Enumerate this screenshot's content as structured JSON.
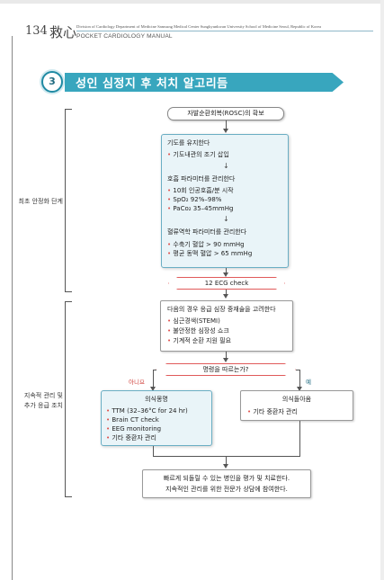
{
  "header": {
    "page_number": "134",
    "kanji": "救心",
    "affiliation": "Division of Cardiology Department of Medicine Samsung Medical Center Sungkyunkwan University School of Medicine Seoul, Republic of Korea",
    "manual_title": "POCKET CARDIOLOGY MANUAL"
  },
  "section": {
    "number": "3",
    "title": "성인 심정지 후 처치 알고리듬"
  },
  "phases": {
    "initial": "최초 안정화 단계",
    "ongoing_line1": "지속적 관리 및",
    "ongoing_line2": "추가 응급 조치"
  },
  "flow": {
    "rosc": "자발순환회복(ROSC)의 확보",
    "airway_title": "기도를 유지한다",
    "airway_items": [
      "기도내관의 조기 삽입"
    ],
    "breathing_title": "호흡 파라미터를 관리한다",
    "breathing_items": [
      "10회 인공호흡/분 시작",
      "SpO₂ 92%–98%",
      "PaCo₂ 35–45mmHg"
    ],
    "hemo_title": "혈류역학 파라미터를 관리한다",
    "hemo_items": [
      "수축기 혈압 > 90 mmHg",
      "평균 동맥 혈압 > 65 mmHg"
    ],
    "ecg": "12 ECG check",
    "consider_title": "다음의 경우 응급 심장 중재술을 고려한다",
    "consider_items": [
      "심근경색(STEMI)",
      "불안정한 심장성 쇼크",
      "기계적 순환 지원 필요"
    ],
    "decision": "명령을 따르는가?",
    "no_label": "아니요",
    "yes_label": "예",
    "comatose_title": "의식몽명",
    "comatose_items": [
      "TTM (32–36°C for 24 hr)",
      "Brain CT check",
      "EEG monitoring",
      "기타 중환자 관리"
    ],
    "awake_title": "의식돌아옴",
    "awake_items": [
      "기타 중환자 관리"
    ],
    "final_line1": "빠르게 되돌릴 수 있는 병인을 평가 및 치료한다.",
    "final_line2": "지속적인 관리를 위한 전문가 상담에 참여한다."
  },
  "colors": {
    "accent": "#38a6be",
    "bullet": "#e0524e",
    "box_fill": "#e9f4f8"
  }
}
